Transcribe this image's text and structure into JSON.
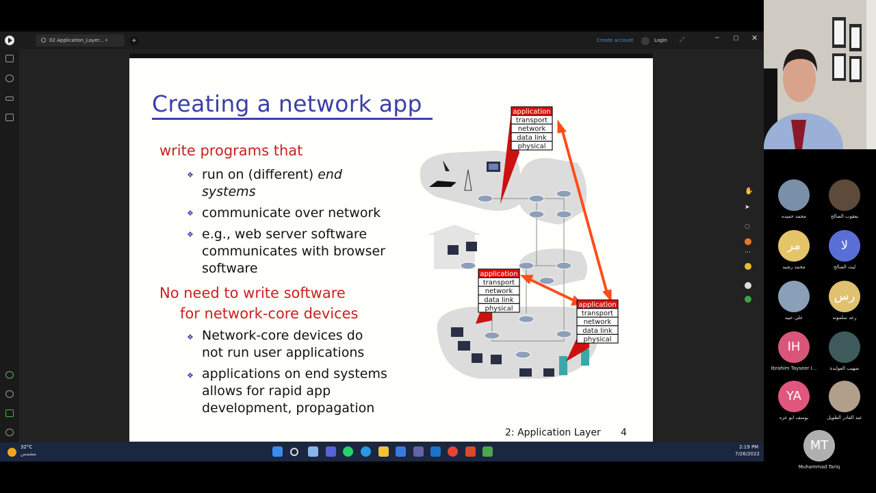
{
  "app": {
    "tab_title": "02 Application_Layer...",
    "tab_modified": "•",
    "new_tab": "+",
    "create_account": "Create account",
    "login": "Login",
    "min": "─",
    "max": "▢",
    "close": "✕"
  },
  "slide": {
    "title": "Creating a network app",
    "heading1": "write programs that",
    "bullets1": [
      "run on (different) end systems",
      "communicate over network",
      "e.g., web server software communicates with browser software"
    ],
    "bullet1_line1": "run on (different) ",
    "bullet1_em1": "end",
    "bullet1_em2": "systems",
    "bullet3_line1": "e.g., web server software",
    "bullet3_line2": "communicates with browser",
    "bullet3_line3": "software",
    "heading2_line1": "No need to write software",
    "heading2_line2": "for network-core devices",
    "bullet4_line1": "Network-core devices do",
    "bullet4_line2": "not run user applications",
    "bullet5_line1": "applications on end systems",
    "bullet5_line2": "allows for rapid app",
    "bullet5_line3": "development, propagation",
    "footer": "2: Application Layer",
    "page": "4",
    "stack_layers": [
      "application",
      "transport",
      "network",
      "data link",
      "physical"
    ]
  },
  "taskbar": {
    "weather_temp": "32°C",
    "weather_desc": "مشمس",
    "time": "2:19 PM",
    "date": "7/26/2022"
  },
  "participants": [
    {
      "name": "محمد حميده",
      "initials": "",
      "color": "#7a8fa8"
    },
    {
      "name": "يعقوب الصالح",
      "initials": "",
      "color": "#5c4a3a"
    },
    {
      "name": "محمد رشيد",
      "initials": "مر",
      "color": "#e6c56a"
    },
    {
      "name": "ليث الصالح",
      "initials": "لا",
      "color": "#5a6fd6"
    },
    {
      "name": "علي عبيد",
      "initials": "",
      "color": "#8aa0b8"
    },
    {
      "name": "رعد سلمونه",
      "initials": "رس",
      "color": "#e0c170"
    },
    {
      "name": "Ibrahim Tayseer I...",
      "initials": "IH",
      "color": "#d9567a"
    },
    {
      "name": "صهيب العوايدة",
      "initials": "",
      "color": "#3e5a5c"
    },
    {
      "name": "يوسف ابو عزه",
      "initials": "YA",
      "color": "#e0567c"
    },
    {
      "name": "عبد القادر الطويل",
      "initials": "",
      "color": "#b0a08a"
    },
    {
      "name": "Muhammad Tariq",
      "initials": "MT",
      "color": "#b0b0b0"
    }
  ]
}
